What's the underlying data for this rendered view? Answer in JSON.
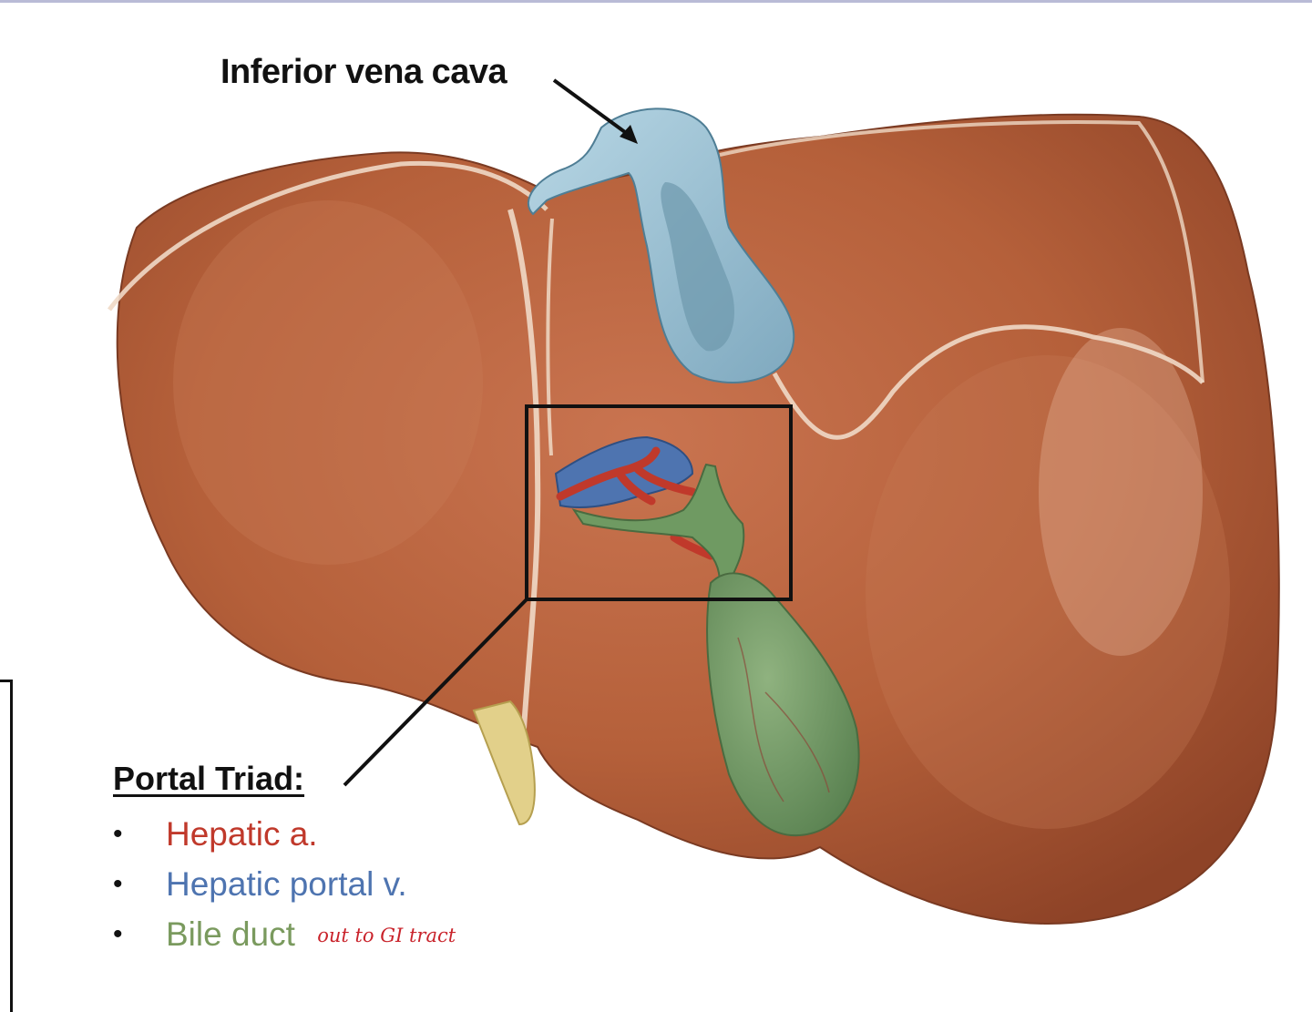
{
  "labels": {
    "inferior_vena_cava": "Inferior vena cava"
  },
  "portal_triad": {
    "title": "Portal Triad:",
    "items": [
      {
        "text": "Hepatic a.",
        "color": "#c0392b"
      },
      {
        "text": "Hepatic portal v.",
        "color": "#4e74b0"
      },
      {
        "text": "Bile duct",
        "color": "#7a9a5e",
        "note": "out to GI tract",
        "note_color": "#c9232b"
      }
    ]
  },
  "colors": {
    "liver": "#b5603a",
    "liver_dark": "#8e4327",
    "vena_cava": "#9cc3d6",
    "hepatic_artery": "#c0392b",
    "portal_vein": "#4e74b0",
    "bile_duct": "#6f9a62"
  },
  "icons": {
    "bullet": "•"
  }
}
